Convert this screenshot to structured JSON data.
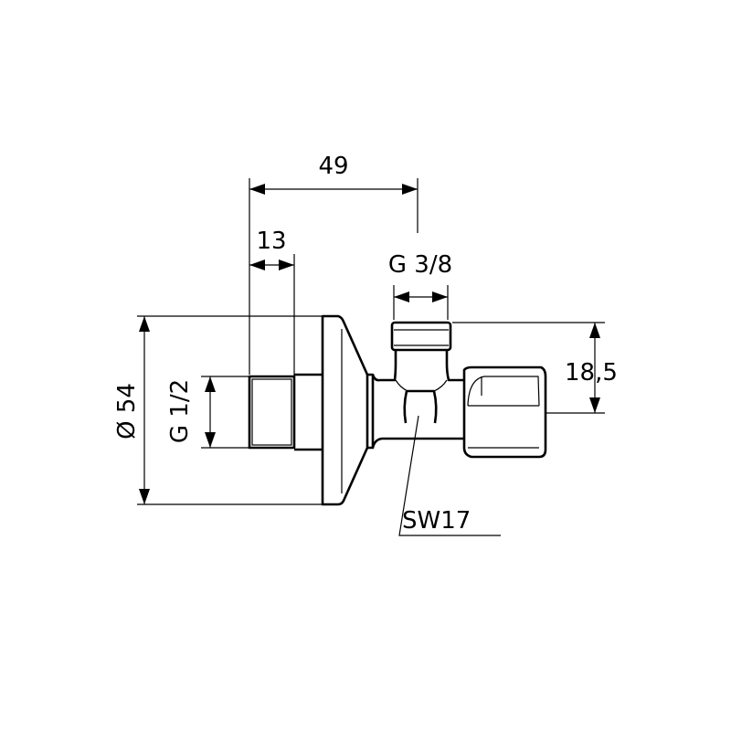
{
  "dimensions": {
    "length": "49",
    "thread_length": "13",
    "outlet_thread": "G 3/8",
    "outlet_height": "18,5",
    "rosette_diameter": "Ø 54",
    "inlet_thread": "G 1/2",
    "wrench_size": "SW17"
  }
}
